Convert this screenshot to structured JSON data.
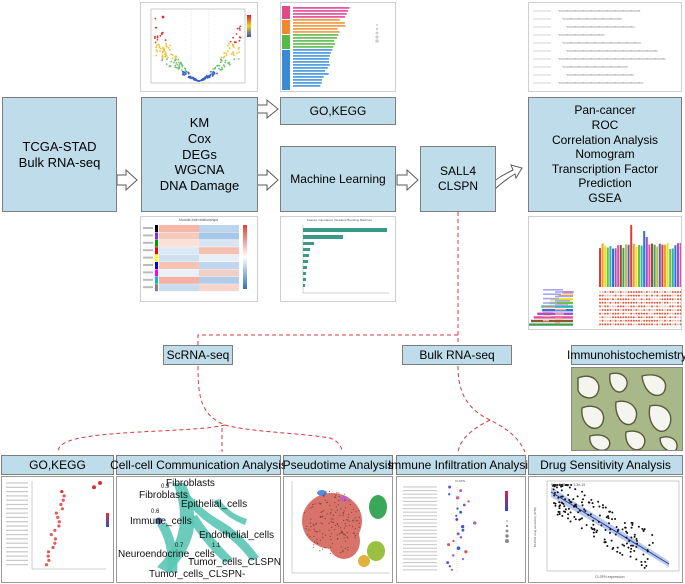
{
  "boxes": {
    "tcga": [
      "TCGA-STAD",
      "Bulk RNA-seq"
    ],
    "analysis": [
      "KM",
      "Cox",
      "DEGs",
      "WGCNA",
      "DNA Damage"
    ],
    "go_kegg_top": "GO,KEGG",
    "machine_learning": "Machine Learning",
    "genes": [
      "SALL4",
      "CLSPN"
    ],
    "downstream": [
      "Pan-cancer",
      "ROC",
      "Correlation Analysis",
      "Nomogram",
      "Transcription Factor Prediction",
      "GSEA"
    ]
  },
  "branches": {
    "scrna": "ScRNA-seq",
    "bulk": "Bulk RNA-seq",
    "ihc": "Immunohistochemistry"
  },
  "bottom_panels": {
    "go_kegg": "GO,KEGG",
    "cell_comm": "Cell-cell Communication Analysis",
    "pseudotime": "Pseudotime Analysis",
    "immune": "Immune Infiltration Analysis",
    "drug": "Drug Sensitivity Analysis"
  },
  "cell_comm_labels": [
    "Fibroblasts",
    "Fibroblasts",
    "Epithelial_cells",
    "Immune_cells",
    "Endothelial_cells",
    "Neuroendocrine_cells",
    "Tumor_cells_CLSPN+",
    "Tumor_cells_CLSPN-"
  ],
  "cell_comm_ticks": [
    "0.9",
    "0.6",
    "0.7",
    "1.1"
  ],
  "wgcna_thumb_title": "Module-trait relationships",
  "ml_thumb_title": "Feature Importance (Gradient Boosting Machine)",
  "immune_thumb_title": "CLSPN",
  "drug_thumb": {
    "xlabel": "CLSPN expression",
    "ylabel": "BI-2536 drug sensitivity (IC50)",
    "stat": "R = -0.45, p = 3.3e-19"
  },
  "colors": {
    "box_fill": "#bfdcea",
    "box_border": "#7d7d7d",
    "dashed": "#d83a3a",
    "arrow": "#7a7a7a",
    "chord": "#5cc6b5"
  }
}
